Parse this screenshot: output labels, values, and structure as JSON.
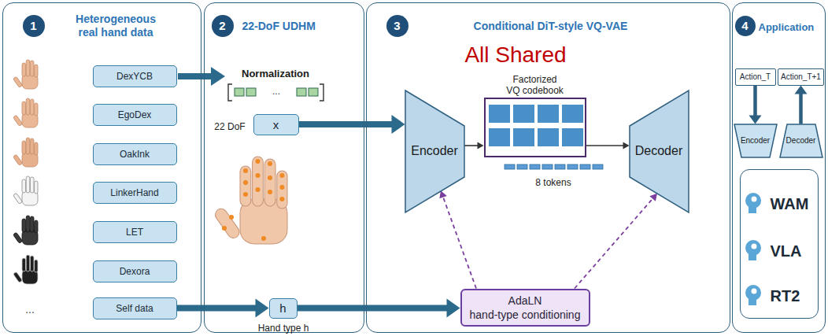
{
  "diagram": {
    "nodes": [
      {
        "text": [
          "Heterogeneous real hand data"
        ]
      },
      {
        "text": [
          "1"
        ],
        "in": 0
      },
      {
        "text": [
          "DexYCB"
        ],
        "in": 0
      },
      {
        "text": [
          "EgoDex"
        ],
        "in": 0
      },
      {
        "text": [
          "OakInk"
        ],
        "in": 0
      },
      {
        "text": [
          "LinkerHand"
        ],
        "in": 0
      },
      {
        "text": [
          "LET"
        ],
        "in": 0
      },
      {
        "text": [
          "Dexora"
        ],
        "in": 0
      },
      {
        "text": [
          "Self data"
        ],
        "in": 0
      },
      {
        "text": [
          "22-DoF UDHM"
        ]
      },
      {
        "text": [
          "2"
        ],
        "in": 9
      },
      {
        "text": [
          "x"
        ],
        "in": 9
      },
      {
        "text": [
          "h"
        ],
        "in": 9
      },
      {
        "text": [
          "Conditional DiT-style VQ-VAE"
        ]
      },
      {
        "text": [
          "3"
        ],
        "in": 13
      },
      {
        "text": [
          "Encoder"
        ],
        "in": 13
      },
      {
        "text": [
          "Factorized VQ codebook"
        ],
        "in": 13
      },
      {
        "text": [
          "Decoder"
        ],
        "in": 13
      },
      {
        "text": [
          "AdaLN",
          "hand-type conditioning"
        ],
        "in": 13
      },
      {
        "text": [
          "Application"
        ]
      },
      {
        "text": [
          "4"
        ],
        "in": 19
      },
      {
        "text": [
          "Action_T"
        ],
        "in": 19
      },
      {
        "text": [
          "Action_T+1"
        ],
        "in": 19
      },
      {
        "text": [
          "Encoder"
        ],
        "in": 19
      },
      {
        "text": [
          "Decoder"
        ],
        "in": 19
      },
      {
        "text": [
          "WAM",
          "VLA",
          "RT2"
        ],
        "in": 19
      }
    ],
    "edges": [
      {
        "from": 8,
        "to": 12,
        "arrow": "to"
      },
      {
        "from": 12,
        "to": 18,
        "arrow": "to"
      },
      {
        "from": 11,
        "to": 15,
        "arrow": "to"
      },
      {
        "from": 15,
        "to": 16,
        "arrow": "to"
      },
      {
        "from": 16,
        "to": 17,
        "arrow": "to"
      },
      {
        "from": 18,
        "to": 15,
        "arrow": "to"
      },
      {
        "from": 18,
        "to": 17,
        "arrow": "to"
      },
      {
        "from": 21,
        "to": 23,
        "arrow": "to"
      },
      {
        "from": 24,
        "to": 22,
        "arrow": "to"
      }
    ],
    "labels": [
      "...",
      "Normalization",
      "...",
      "22 DoF",
      "Hand type h",
      "All Shared",
      "8 tokens"
    ]
  }
}
